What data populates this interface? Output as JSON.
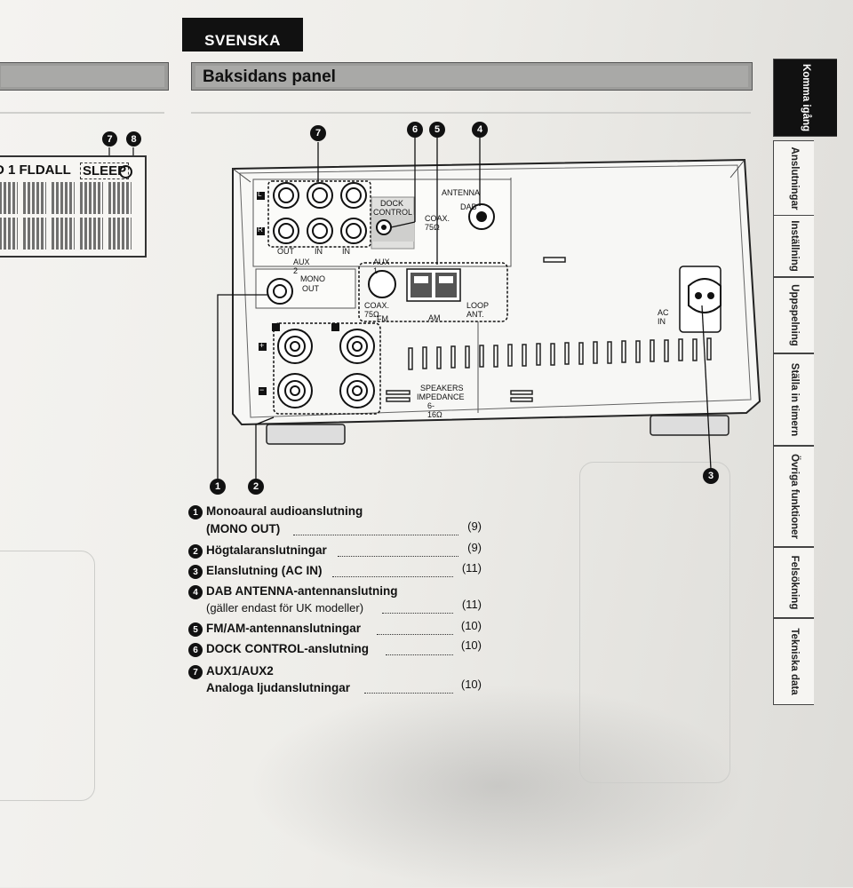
{
  "header": {
    "language": "SVENSKA",
    "section_title": "Baksidans panel"
  },
  "display_panel": {
    "text_left": "D 1 FLDALL",
    "text_sleep": "SLEEP",
    "callouts": [
      "7",
      "8"
    ]
  },
  "rear_panel": {
    "callout_numbers": [
      "7",
      "6",
      "5",
      "4",
      "1",
      "2",
      "3"
    ],
    "labels": {
      "dock_control": [
        "DOCK",
        "CONTROL"
      ],
      "antenna": "ANTENNA",
      "dab": "DAB",
      "coax_dab": "COAX. 75Ω",
      "out": "OUT",
      "in1": "IN",
      "in2": "IN",
      "aux2": "AUX 2",
      "aux1": "AUX 1",
      "mono_out": [
        "MONO",
        "OUT"
      ],
      "coax_fm": "COAX. 75Ω",
      "fm": "FM",
      "am": "AM",
      "loop_ant": "LOOP ANT.",
      "ac_in": "AC IN",
      "speakers": [
        "SPEAKERS",
        "IMPEDANCE",
        "6-16Ω"
      ],
      "l": "L",
      "r": "R",
      "plus": "+",
      "minus": "−"
    }
  },
  "legend": [
    {
      "num": "1",
      "lines": [
        "Monoaural audioanslutning",
        "(MONO OUT)"
      ],
      "page": "(9)"
    },
    {
      "num": "2",
      "lines": [
        "Högtalaranslutningar"
      ],
      "page": "(9)"
    },
    {
      "num": "3",
      "lines": [
        "Elanslutning (AC IN)"
      ],
      "page": "(11)"
    },
    {
      "num": "4",
      "lines": [
        "DAB ANTENNA-antennanslutning",
        "(gäller endast för UK modeller)"
      ],
      "page": "(11)"
    },
    {
      "num": "5",
      "lines": [
        "FM/AM-antennanslutningar"
      ],
      "page": "(10)"
    },
    {
      "num": "6",
      "lines": [
        "DOCK CONTROL-anslutning"
      ],
      "page": "(10)"
    },
    {
      "num": "7",
      "lines": [
        "AUX1/AUX2",
        "Analoga ljudanslutningar"
      ],
      "page": "(10)"
    }
  ],
  "side_tabs": [
    {
      "label": "Komma igång",
      "active": true
    },
    {
      "label": "Anslutningar",
      "active": false
    },
    {
      "label": "Inställning",
      "active": false
    },
    {
      "label": "Uppspelning",
      "active": false
    },
    {
      "label": "Ställa in timern",
      "active": false
    },
    {
      "label": "Övriga funktioner",
      "active": false
    },
    {
      "label": "Felsökning",
      "active": false
    },
    {
      "label": "Tekniska data",
      "active": false
    }
  ]
}
